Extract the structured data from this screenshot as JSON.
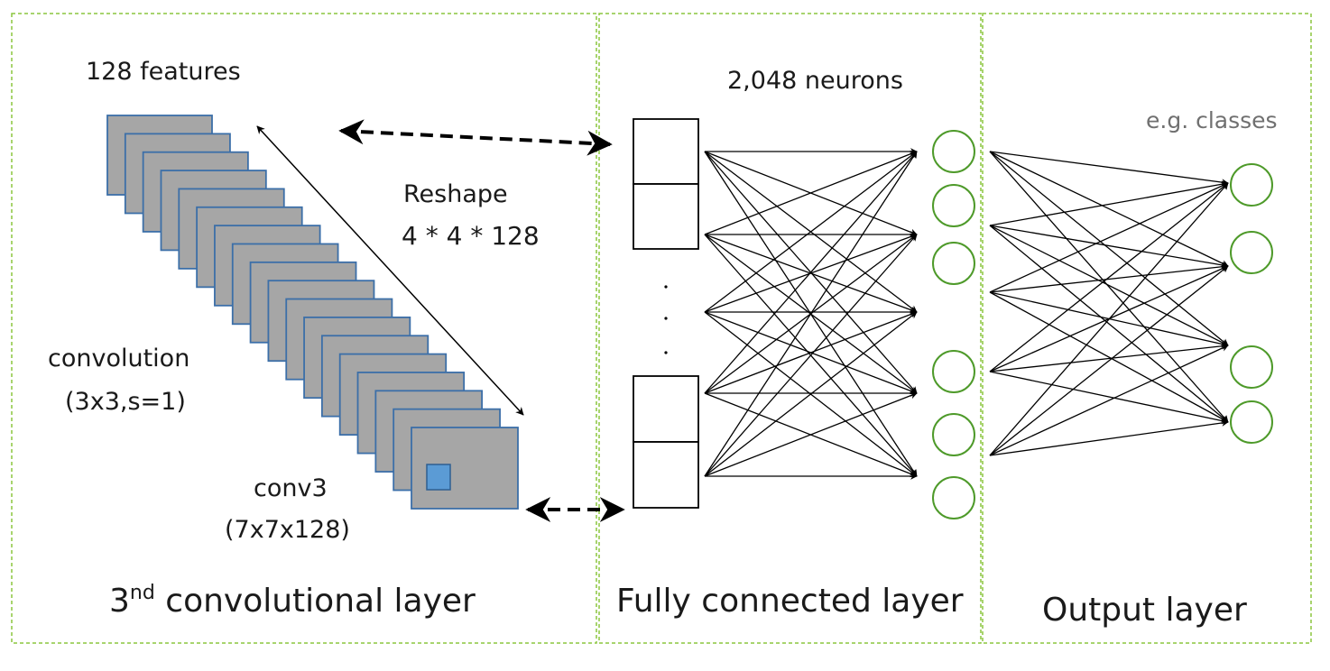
{
  "panels": {
    "conv": {
      "title_base": "3",
      "title_sup": "nd",
      "title_rest": " convolutional layer",
      "features_label": "128 features",
      "reshape_label": "Reshape",
      "reshape_dims": "4 * 4 * 128",
      "op_label": "convolution",
      "op_params": "(3x3,s=1)",
      "layer_name": "conv3",
      "layer_shape": "(7x7x128)"
    },
    "fc": {
      "title": "Fully connected layer",
      "neurons_label": "2,048 neurons"
    },
    "output": {
      "title": "Output layer",
      "note": "e.g. classes"
    }
  },
  "colors": {
    "panel_border": "#8cc63f",
    "feature_map_fill": "#a6a6a6",
    "feature_map_border": "#3c6fa8",
    "kernel_fill": "#5b9bd5",
    "neuron_stroke": "#4e9a2a"
  }
}
